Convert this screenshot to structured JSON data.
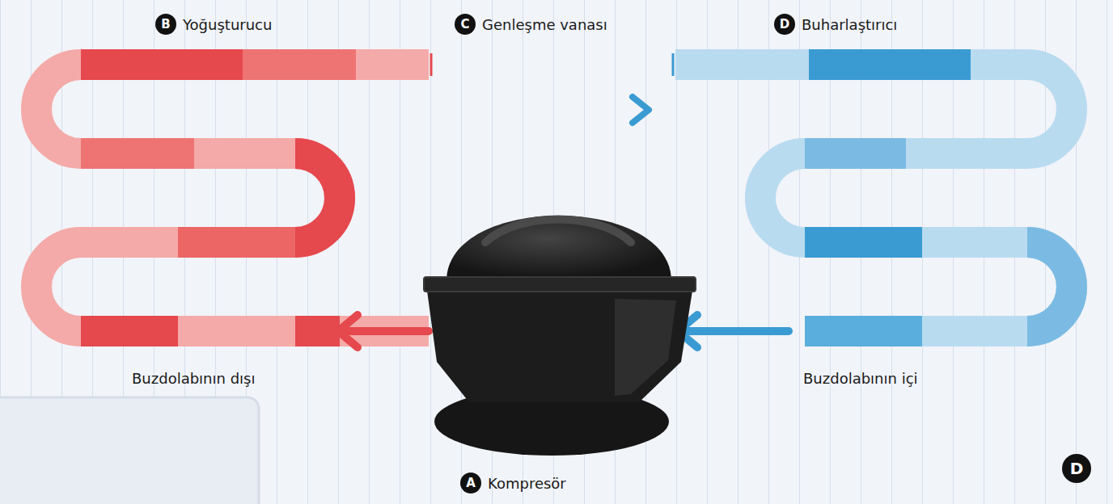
{
  "diagram": {
    "nodes": [
      {
        "text": [
          "B",
          "Yoğuşturucu"
        ]
      },
      {
        "text": [
          "C",
          "Genleşme vanası"
        ]
      },
      {
        "text": [
          "D",
          "Buharlaştırıcı"
        ]
      },
      {
        "text": [
          "A",
          "Kompresör"
        ]
      },
      {
        "text": [
          "D"
        ]
      }
    ],
    "labels": [
      "Buzdolabının dışı",
      "Buzdolabının içi"
    ]
  }
}
